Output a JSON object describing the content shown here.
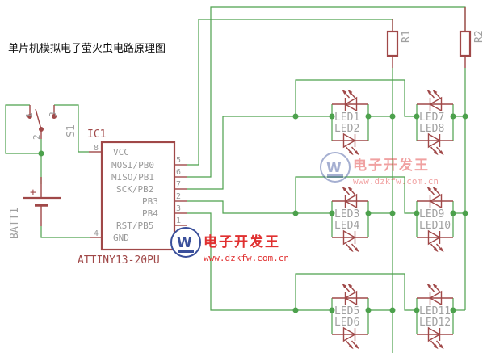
{
  "title": "单片机模拟电子萤火虫电路原理图",
  "colors": {
    "wire": "#4ca14c",
    "component": "#a04848",
    "label": "#999999",
    "watermark": "#e03030",
    "watermark_logo": "#3a4f9a"
  },
  "switch": {
    "name": "S1",
    "pins": [
      "1",
      "2",
      "3"
    ]
  },
  "battery": {
    "name": "BATT1",
    "polarity": "+"
  },
  "ic": {
    "name": "IC1",
    "part": "ATTINY13-20PU",
    "left_pins": [
      {
        "num": "8",
        "label": "VCC"
      },
      {
        "num": "4",
        "label": "GND"
      }
    ],
    "labels": [
      "VCC",
      "MOSI/PB0",
      "MISO/PB1",
      "SCK/PB2",
      "PB3",
      "PB4",
      "RST/PB5",
      "GND"
    ],
    "right_pins": [
      "5",
      "6",
      "7",
      "2",
      "3",
      "1"
    ]
  },
  "resistors": [
    {
      "name": "R1"
    },
    {
      "name": "R2"
    }
  ],
  "leds": [
    {
      "top": "LED1",
      "bottom": "LED2"
    },
    {
      "top": "LED7",
      "bottom": "LED8"
    },
    {
      "top": "LED3",
      "bottom": "LED4"
    },
    {
      "top": "LED9",
      "bottom": "LED10"
    },
    {
      "top": "LED5",
      "bottom": "LED6"
    },
    {
      "top": "LED11",
      "bottom": "LED12"
    }
  ],
  "watermark": {
    "brand": "电子开发王",
    "url": "www.dzkfw.com.cn",
    "logo_letter": "W"
  }
}
